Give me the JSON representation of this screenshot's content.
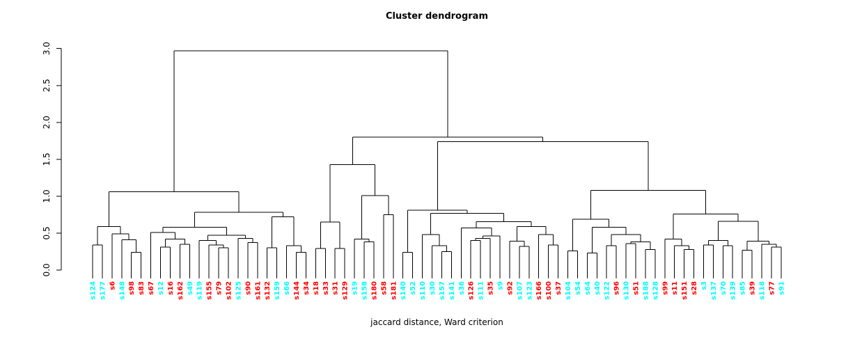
{
  "chart_data": {
    "type": "dendrogram",
    "title": "Cluster dendrogram",
    "xlabel": "jaccard distance, Ward criterion",
    "ylabel": "",
    "legend": null,
    "grid": false,
    "y_axis": {
      "min": 0.0,
      "max": 3.0,
      "ticks": [
        0.0,
        0.5,
        1.0,
        1.5,
        2.0,
        2.5,
        3.0
      ],
      "tick_labels": [
        "0.0",
        "0.5",
        "1.0",
        "1.5",
        "2.0",
        "2.5",
        "3.0"
      ]
    },
    "colors": {
      "cyan": "#00ffff",
      "red": "#ff0000",
      "line": "#000000"
    },
    "leaves": [
      {
        "label": "s124",
        "color": "cyan"
      },
      {
        "label": "s177",
        "color": "cyan"
      },
      {
        "label": "s6",
        "color": "red"
      },
      {
        "label": "s148",
        "color": "cyan"
      },
      {
        "label": "s98",
        "color": "red"
      },
      {
        "label": "s83",
        "color": "red"
      },
      {
        "label": "s67",
        "color": "red"
      },
      {
        "label": "s12",
        "color": "cyan"
      },
      {
        "label": "s16",
        "color": "red"
      },
      {
        "label": "s162",
        "color": "red"
      },
      {
        "label": "s49",
        "color": "cyan"
      },
      {
        "label": "s119",
        "color": "cyan"
      },
      {
        "label": "s155",
        "color": "red"
      },
      {
        "label": "s79",
        "color": "red"
      },
      {
        "label": "s102",
        "color": "red"
      },
      {
        "label": "s125",
        "color": "cyan"
      },
      {
        "label": "s90",
        "color": "red"
      },
      {
        "label": "s161",
        "color": "red"
      },
      {
        "label": "s132",
        "color": "red"
      },
      {
        "label": "s159",
        "color": "cyan"
      },
      {
        "label": "s66",
        "color": "cyan"
      },
      {
        "label": "s144",
        "color": "red"
      },
      {
        "label": "s34",
        "color": "red"
      },
      {
        "label": "s18",
        "color": "red"
      },
      {
        "label": "s33",
        "color": "red"
      },
      {
        "label": "s31",
        "color": "red"
      },
      {
        "label": "s129",
        "color": "red"
      },
      {
        "label": "s19",
        "color": "cyan"
      },
      {
        "label": "s158",
        "color": "cyan"
      },
      {
        "label": "s180",
        "color": "red"
      },
      {
        "label": "s58",
        "color": "red"
      },
      {
        "label": "s181",
        "color": "red"
      },
      {
        "label": "s140",
        "color": "cyan"
      },
      {
        "label": "s52",
        "color": "cyan"
      },
      {
        "label": "s110",
        "color": "cyan"
      },
      {
        "label": "s30",
        "color": "cyan"
      },
      {
        "label": "s157",
        "color": "cyan"
      },
      {
        "label": "s141",
        "color": "cyan"
      },
      {
        "label": "s36",
        "color": "cyan"
      },
      {
        "label": "s126",
        "color": "red"
      },
      {
        "label": "s111",
        "color": "cyan"
      },
      {
        "label": "s35",
        "color": "red"
      },
      {
        "label": "s9",
        "color": "cyan"
      },
      {
        "label": "s92",
        "color": "red"
      },
      {
        "label": "s107",
        "color": "cyan"
      },
      {
        "label": "s123",
        "color": "cyan"
      },
      {
        "label": "s166",
        "color": "red"
      },
      {
        "label": "s100",
        "color": "red"
      },
      {
        "label": "s37",
        "color": "red"
      },
      {
        "label": "s104",
        "color": "cyan"
      },
      {
        "label": "s54",
        "color": "cyan"
      },
      {
        "label": "s64",
        "color": "cyan"
      },
      {
        "label": "s40",
        "color": "cyan"
      },
      {
        "label": "s122",
        "color": "cyan"
      },
      {
        "label": "s96",
        "color": "red"
      },
      {
        "label": "s130",
        "color": "cyan"
      },
      {
        "label": "s51",
        "color": "red"
      },
      {
        "label": "s188",
        "color": "cyan"
      },
      {
        "label": "s128",
        "color": "cyan"
      },
      {
        "label": "s99",
        "color": "red"
      },
      {
        "label": "s11",
        "color": "red"
      },
      {
        "label": "s151",
        "color": "red"
      },
      {
        "label": "s28",
        "color": "red"
      },
      {
        "label": "s3",
        "color": "cyan"
      },
      {
        "label": "s137",
        "color": "cyan"
      },
      {
        "label": "s70",
        "color": "cyan"
      },
      {
        "label": "s139",
        "color": "cyan"
      },
      {
        "label": "s85",
        "color": "cyan"
      },
      {
        "label": "s39",
        "color": "red"
      },
      {
        "label": "s118",
        "color": "cyan"
      },
      {
        "label": "s77",
        "color": "red"
      },
      {
        "label": "s91",
        "color": "cyan"
      }
    ],
    "tree": [
      2.97,
      [
        1.06,
        [
          0.59,
          [
            0.34,
            0,
            1
          ],
          [
            0.49,
            2,
            [
              0.41,
              3,
              [
                0.24,
                4,
                5
              ]
            ]
          ]
        ],
        [
          0.78,
          [
            0.58,
            [
              0.51,
              6,
              [
                0.42,
                [
                  0.31,
                  7,
                  8
                ],
                [
                  0.35,
                  9,
                  10
                ]
              ]
            ],
            [
              0.47,
              [
                0.4,
                11,
                [
                  0.34,
                  12,
                  [
                    0.3,
                    13,
                    14
                  ]
                ]
              ],
              [
                0.43,
                15,
                [
                  0.37,
                  16,
                  17
                ]
              ]
            ]
          ],
          [
            0.72,
            [
              0.3,
              18,
              19
            ],
            [
              0.33,
              20,
              [
                0.24,
                21,
                22
              ]
            ]
          ]
        ]
      ],
      [
        1.8,
        [
          1.43,
          [
            0.65,
            [
              0.29,
              23,
              24
            ],
            [
              0.29,
              25,
              26
            ]
          ],
          [
            1.01,
            [
              0.42,
              27,
              [
                0.38,
                28,
                29
              ]
            ],
            [
              0.75,
              30,
              31
            ]
          ]
        ],
        [
          1.74,
          [
            0.81,
            [
              0.24,
              32,
              33
            ],
            [
              0.77,
              [
                0.48,
                34,
                [
                  0.33,
                  35,
                  [
                    0.25,
                    36,
                    37
                  ]
                ]
              ],
              [
                0.655,
                [
                  0.57,
                  38,
                  [
                    0.46,
                    [
                      0.43,
                      [
                        0.4,
                        39,
                        40
                      ],
                      41
                    ],
                    42
                  ]
                ],
                [
                  0.59,
                  [
                    0.39,
                    43,
                    [
                      0.32,
                      44,
                      45
                    ]
                  ],
                  [
                    0.48,
                    46,
                    [
                      0.34,
                      47,
                      48
                    ]
                  ]
                ]
              ]
            ]
          ],
          [
            1.08,
            [
              0.69,
              [
                0.26,
                49,
                50
              ],
              [
                0.58,
                [
                  0.23,
                  51,
                  52
                ],
                [
                  0.48,
                  [
                    0.33,
                    53,
                    54
                  ],
                  [
                    0.38,
                    [
                      0.36,
                      55,
                      56
                    ],
                    [
                      0.28,
                      57,
                      58
                    ]
                  ]
                ]
              ]
            ],
            [
              0.76,
              [
                0.42,
                59,
                [
                  0.33,
                  60,
                  [
                    0.28,
                    61,
                    62
                  ]
                ]
              ],
              [
                0.66,
                [
                  0.4,
                  [
                    0.34,
                    63,
                    64
                  ],
                  [
                    0.33,
                    65,
                    66
                  ]
                ],
                [
                  0.39,
                  [
                    0.27,
                    67,
                    68
                  ],
                  [
                    0.35,
                    69,
                    [
                      0.31,
                      70,
                      71
                    ]
                  ]
                ]
              ]
            ]
          ]
        ]
      ]
    ]
  }
}
